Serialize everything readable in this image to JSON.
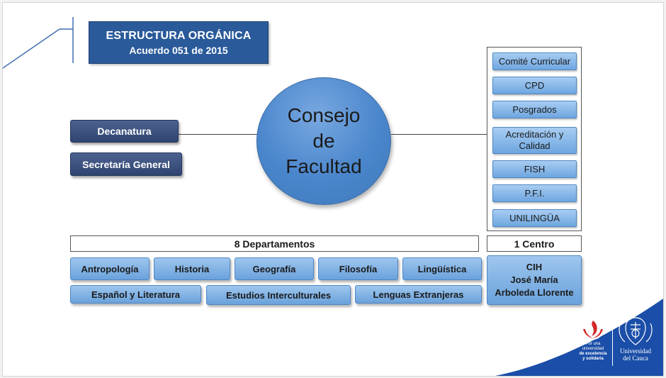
{
  "title": {
    "line1": "ESTRUCTURA ORGÁNICA",
    "line2": "Acuerdo 051 de 2015"
  },
  "left_units": [
    "Decanatura",
    "Secretaría General"
  ],
  "center": {
    "line1": "Consejo",
    "line2": "de",
    "line3": "Facultad"
  },
  "committees": [
    "Comité Curricular",
    "CPD",
    "Posgrados",
    "Acreditación y Calidad",
    "FISH",
    "P.F.I.",
    "UNILINGÜA"
  ],
  "departments": {
    "header": "8 Departamentos",
    "row1": [
      "Antropología",
      "Historia",
      "Geografía",
      "Filosofía",
      "Lingüística"
    ],
    "row2": [
      "Español y Literatura",
      "Estudios Interculturales",
      "Lenguas Extranjeras"
    ]
  },
  "centro": {
    "header": "1 Centro",
    "line1": "CIH",
    "line2": "José  María",
    "line3": "Arboleda Llorente"
  },
  "logo": {
    "motto1": "Por una",
    "motto2": "universidad",
    "motto3": "de excelencia",
    "motto4": "y solidaria",
    "univ1": "Universidad",
    "univ2": "del Cauca"
  },
  "colors": {
    "title_bg": "#2a5a9a",
    "dark_button": "#3a4f7c",
    "light_button": "#7fb2e6",
    "circle": "#4a86cc",
    "logo_wave": "#1a4ea8"
  }
}
